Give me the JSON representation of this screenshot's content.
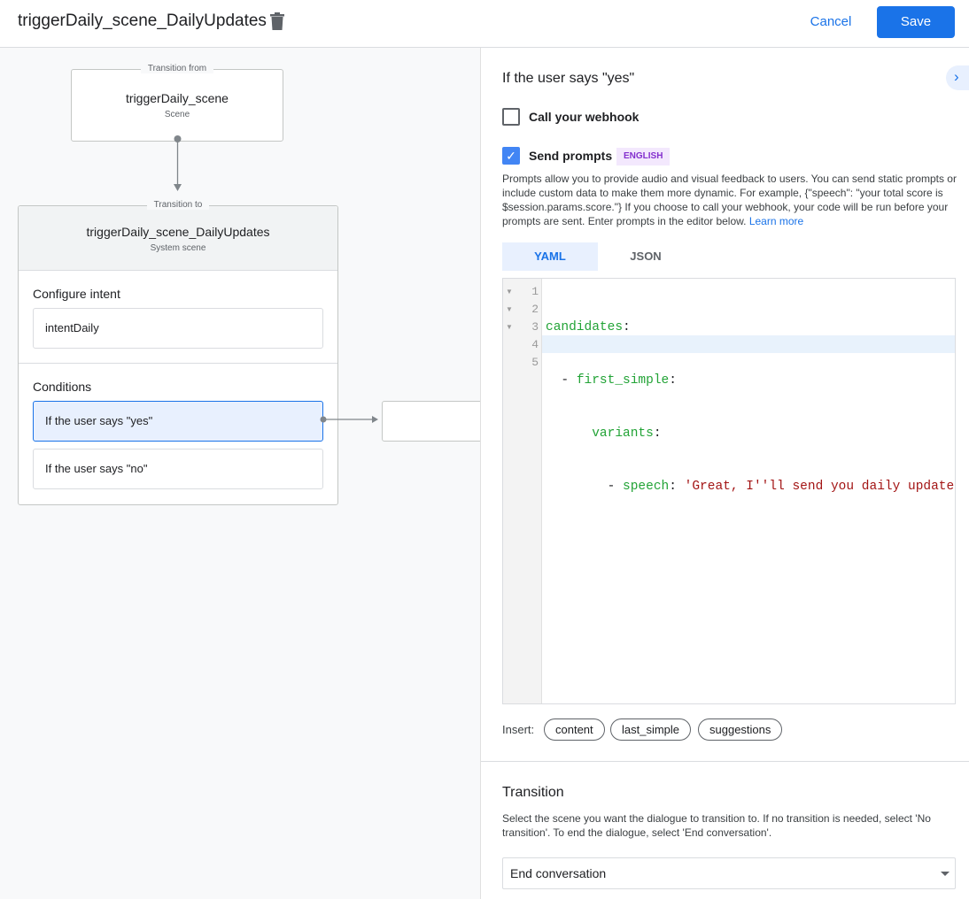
{
  "header": {
    "title": "triggerDaily_scene_DailyUpdates",
    "cancel": "Cancel",
    "save": "Save"
  },
  "canvas": {
    "from": {
      "legend": "Transition from",
      "name": "triggerDaily_scene",
      "sub": "Scene"
    },
    "to": {
      "legend": "Transition to",
      "name": "triggerDaily_scene_DailyUpdates",
      "sub": "System scene",
      "intent_label": "Configure intent",
      "intent": "intentDaily",
      "conditions_label": "Conditions",
      "conditions": [
        "If the user says \"yes\"",
        "If the user says \"no\""
      ]
    }
  },
  "panel": {
    "heading": "If the user says \"yes\"",
    "webhook": {
      "label": "Call your webhook",
      "checked": false
    },
    "prompts": {
      "label": "Send prompts",
      "checked": true,
      "badge": "ENGLISH"
    },
    "description": "Prompts allow you to provide audio and visual feedback to users. You can send static prompts or include custom data to make them more dynamic. For example, {\"speech\": \"your total score is $session.params.score.\"} If you choose to call your webhook, your code will be run before your prompts are sent. Enter prompts in the editor below.",
    "learn_more": "Learn more",
    "tabs": [
      "YAML",
      "JSON"
    ],
    "active_tab": "YAML",
    "code_lines": [
      "1",
      "2",
      "3",
      "4",
      "5"
    ],
    "code": {
      "l1k": "candidates",
      "l2d": "- ",
      "l2k": "first_simple",
      "l3k": "variants",
      "l4d": "- ",
      "l4k": "speech",
      "l4v": "'Great, I''ll send you daily updates.",
      "colon": ":"
    },
    "insert_label": "Insert:",
    "insert_chips": [
      "content",
      "last_simple",
      "suggestions"
    ],
    "transition": {
      "title": "Transition",
      "description": "Select the scene you want the dialogue to transition to. If no transition is needed, select 'No transition'. To end the dialogue, select 'End conversation'.",
      "value": "End conversation"
    }
  },
  "colors": {
    "accent": "#1a73e8",
    "yaml_key": "#22a336",
    "yaml_string": "#a31515",
    "badge_bg": "#f3e8fd",
    "badge_text": "#8430ce"
  }
}
